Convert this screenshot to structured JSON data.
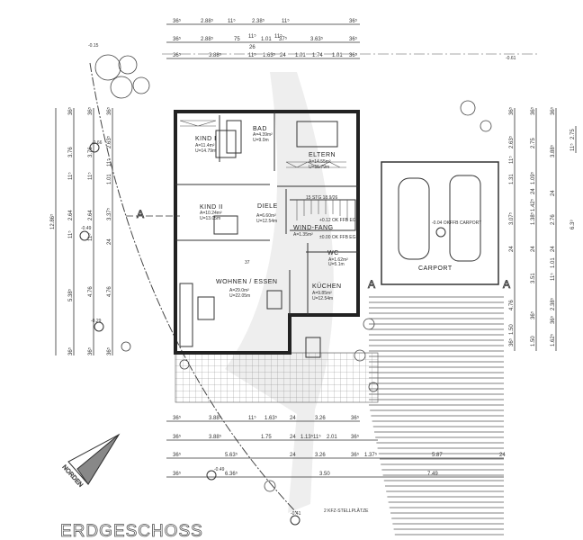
{
  "title": "ERDGESCHOSS",
  "north_label": "NORDEN",
  "rooms": {
    "kind1": {
      "name": "KIND I",
      "area": "A=11.4m²",
      "perimeter": "U=14.79m"
    },
    "bad": {
      "name": "BAD",
      "area": "A=4.39m²",
      "perimeter": "U=9.0m"
    },
    "eltern": {
      "name": "ELTERN",
      "area": "A=14.55m²",
      "perimeter": "U=15.79m"
    },
    "kind2": {
      "name": "KIND II",
      "area": "A=10.24m²",
      "perimeter": "U=13.05m"
    },
    "diele": {
      "name": "DIELE",
      "area": "A=6.60m²",
      "perimeter": "U=12.54m"
    },
    "windfang": {
      "name": "WIND-FANG",
      "area": "A=1.35m²"
    },
    "wc": {
      "name": "WC",
      "area": "A=1.62m²",
      "perimeter": "U=5.1m"
    },
    "wohnen": {
      "name": "WOHNEN / ESSEN",
      "area": "A=29.0m²",
      "perimeter": "U=22.05m"
    },
    "kuechen": {
      "name": "KÜCHEN",
      "area": "A=9.85m²",
      "perimeter": "U=12.54m"
    },
    "carport": {
      "name": "CARPORT"
    }
  },
  "stairs": "15 STG 18.9/26",
  "levels": {
    "eg_top": "+0.12 OK FFB EG",
    "eg": "±0.00 OK FFB EG",
    "carport": "-0.04 OKFFB CARPORT",
    "tl": "-0.15",
    "tr": "-0.61",
    "l1": "-0.66",
    "l2": "-0.49",
    "l3": "-0.29",
    "bl": "-0.49",
    "bm": "-0.41",
    "wc_note": "37"
  },
  "section_marker": "A",
  "parking": "2 KFZ-STELLPLÄTZE",
  "dims": {
    "top1": [
      "36⁵",
      "2.88⁵",
      "11⁵",
      "2.38⁵",
      "11⁵",
      "36⁵"
    ],
    "top2": [
      "36⁵",
      "2.88⁵",
      "75",
      "11⁵",
      "26",
      "1.01",
      "11⁵",
      "37⁵",
      "3.63⁵",
      "36⁵"
    ],
    "top3": [
      "36⁵",
      "3.88⁵",
      "11⁵",
      "1.63⁵",
      "24",
      "1.01",
      "1.74",
      "1.01",
      "36⁵"
    ],
    "bot1": [
      "36⁵",
      "3.88⁵",
      "11⁵",
      "1.63⁵",
      "24",
      "3.26",
      "36⁵"
    ],
    "bot2": [
      "36⁵",
      "3.88⁵",
      "1.75",
      "24",
      "1.13⁵",
      "11⁵",
      "2.01",
      "36⁵"
    ],
    "bot3": [
      "36⁵",
      "5.63⁵",
      "24",
      "3.26",
      "36⁵",
      "1.37⁵",
      "5.87",
      "24"
    ],
    "bot4": [
      "36⁵",
      "6.36⁵",
      "3.50",
      "7.49"
    ],
    "left1": [
      "12.86⁵"
    ],
    "left2": [
      "36⁵",
      "3.76",
      "11⁵",
      "2.64",
      "11⁵",
      "5.38⁵",
      "36⁵"
    ],
    "left3": [
      "36⁵",
      "3.76",
      "11⁵",
      "2.64",
      "11⁵",
      "4.76",
      "36⁵"
    ],
    "left4": [
      "36⁵",
      "2.63⁵",
      "11⁵",
      "1.01",
      "3.37⁵",
      "24",
      "4.76",
      "36⁵"
    ],
    "right1": [
      "36⁵",
      "2.63⁵",
      "11⁵",
      "1.31",
      "3.07⁵",
      "24",
      "4.76",
      "36⁵",
      "1.50"
    ],
    "right2": [
      "36⁵",
      "2.75",
      "1.09⁵",
      "24",
      "1.38⁵",
      "1.42⁵",
      "24",
      "3.51",
      "36⁵",
      "1.50"
    ],
    "right3": [
      "36⁵",
      "3.88⁵",
      "24",
      "2.76",
      "24",
      "1.01",
      "11⁵",
      "2.38⁵",
      "36⁵",
      "1.62⁵"
    ],
    "right4": [
      "11⁵",
      "2.75",
      "6.3⁹"
    ]
  }
}
